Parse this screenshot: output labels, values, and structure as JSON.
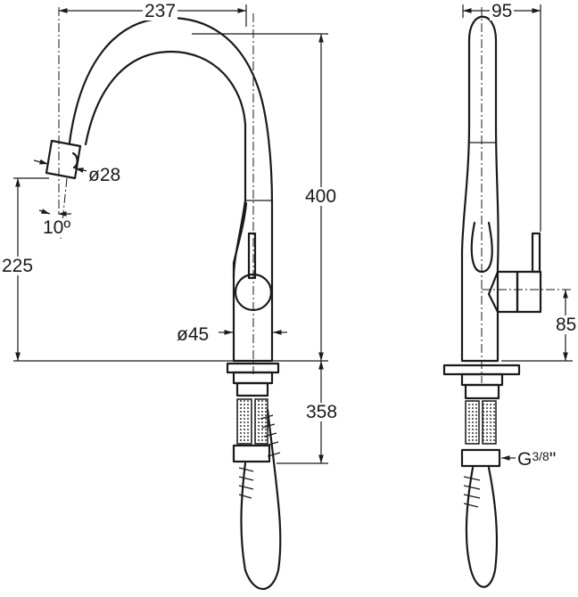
{
  "drawing": {
    "front_view": {
      "reach": "237",
      "height": "400",
      "spout_height": "225",
      "below_deck": "358",
      "nozzle_diameter": "ø28",
      "nozzle_angle": "10º",
      "body_diameter": "ø45"
    },
    "side_view": {
      "depth": "95",
      "handle_height": "85",
      "connection_base": "G",
      "connection_fraction": "3/8",
      "connection_unit": "\""
    }
  }
}
